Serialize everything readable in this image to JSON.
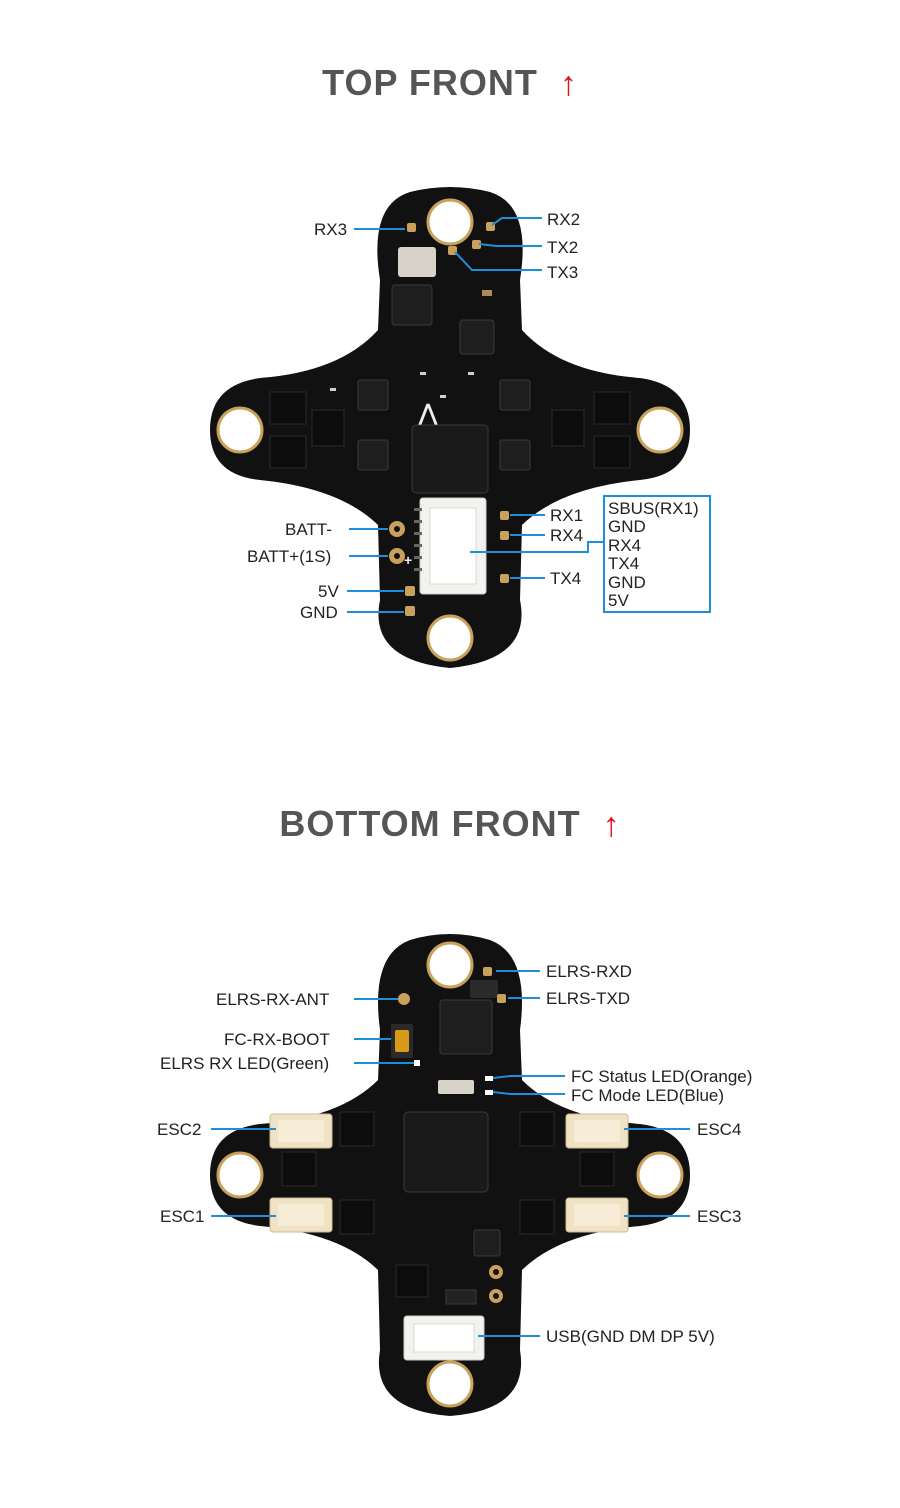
{
  "top_section": {
    "title": "TOP FRONT",
    "arrow": "↑",
    "labels": {
      "rx3": "RX3",
      "rx2": "RX2",
      "tx2": "TX2",
      "tx3": "TX3",
      "batt_minus": "BATT-",
      "batt_plus": "BATT+(1S)",
      "v5": "5V",
      "gnd": "GND",
      "rx1": "RX1",
      "rx4": "RX4",
      "tx4": "TX4"
    },
    "connector_pins": [
      "SBUS(RX1)",
      "GND",
      "RX4",
      "TX4",
      "GND",
      "5V"
    ]
  },
  "bottom_section": {
    "title": "BOTTOM FRONT",
    "arrow": "↑",
    "labels": {
      "elrs_rx_ant": "ELRS-RX-ANT",
      "fc_rx_boot": "FC-RX-BOOT",
      "elrs_rx_led": "ELRS RX LED(Green)",
      "elrs_rxd": "ELRS-RXD",
      "elrs_txd": "ELRS-TXD",
      "fc_status_led": "FC Status LED(Orange)",
      "fc_mode_led": "FC Mode LED(Blue)",
      "esc1": "ESC1",
      "esc2": "ESC2",
      "esc3": "ESC3",
      "esc4": "ESC4",
      "usb": "USB(GND DM DP 5V)"
    }
  },
  "colors": {
    "leader": "#1e8fd6",
    "board": "#111111",
    "pad": "#c9a15a",
    "arrow": "#e0141b",
    "title": "#555555"
  }
}
